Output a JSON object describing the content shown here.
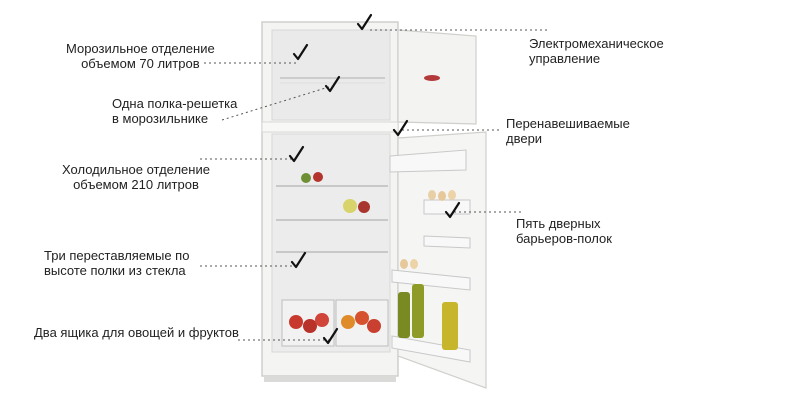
{
  "colors": {
    "leader": "#555555",
    "text": "#222222",
    "fridge_body": "#f4f4f2",
    "fridge_edge": "#cfcfcc",
    "check": "#111111"
  },
  "labels": {
    "freezer_volume": "Морозильное отделение\nобъемом 70 литров",
    "freezer_shelf": "Одна полка-решетка\nв морозильнике",
    "fridge_volume": "Холодильное отделение\nобъемом 210 литров",
    "glass_shelves": "Три переставляемые по\nвысоте полки из стекла",
    "drawers": "Два ящика для овощей и фруктов",
    "control": "Электромеханическое\nуправление",
    "doors": "Перенавешиваемые\nдвери",
    "door_shelves": "Пять дверных\nбарьеров-полок"
  },
  "icons": [
    "check-icon"
  ]
}
